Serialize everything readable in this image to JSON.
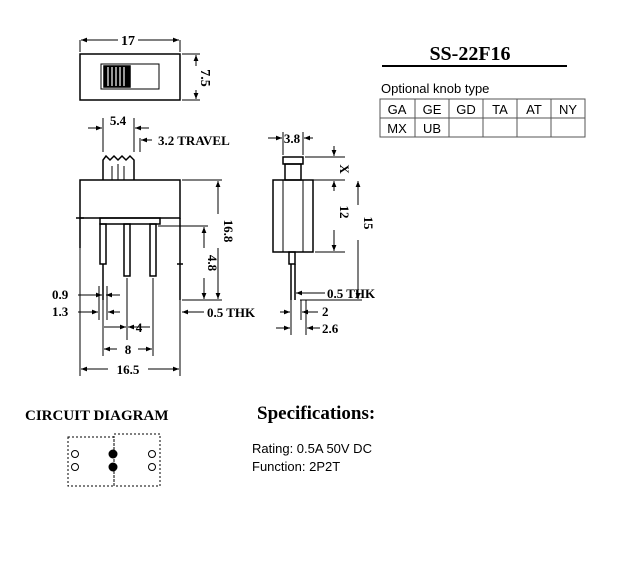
{
  "part_number": "SS-22F16",
  "knob": {
    "title": "Optional knob type",
    "rows": [
      [
        "GA",
        "GE",
        "GD",
        "TA",
        "AT",
        "NY"
      ],
      [
        "MX",
        "UB",
        "",
        "",
        "",
        ""
      ]
    ]
  },
  "dimensions": {
    "top_width": "17",
    "top_height": "7.5",
    "knob_width": "5.4",
    "travel": "3.2 TRAVEL",
    "body_height": "16.8",
    "pin_length": "4.8",
    "pin_width_a": "0.9",
    "pin_width_b": "1.3",
    "pin_pitch": "4",
    "pin_span": "8",
    "base_width": "16.5",
    "thickness_front": "0.5 THK",
    "side_knob_width": "3.8",
    "side_x": "X",
    "side_height_a": "12",
    "side_height_b": "15",
    "thickness_side": "0.5 THK",
    "side_pin_a": "2",
    "side_pin_b": "2.6"
  },
  "circuit": {
    "title": "CIRCUIT DIAGRAM"
  },
  "specs": {
    "title": "Specifications:",
    "rating": "Rating: 0.5A 50V DC",
    "function": "Function: 2P2T"
  },
  "colors": {
    "ink": "#000000",
    "grid": "#555555",
    "bg": "#ffffff"
  }
}
